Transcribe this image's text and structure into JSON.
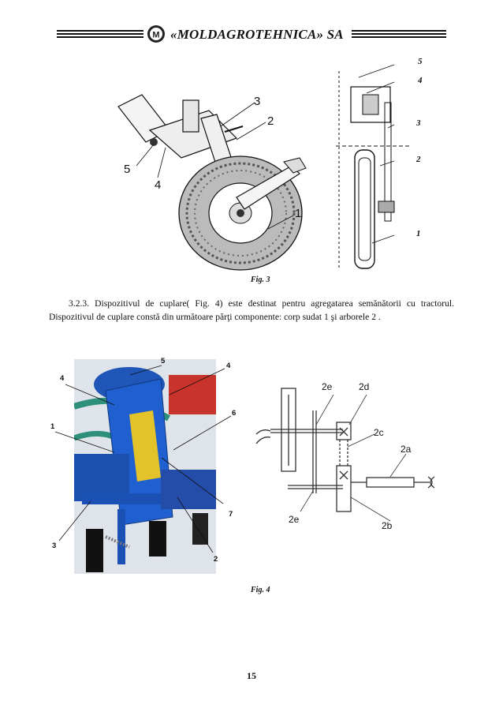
{
  "header": {
    "company": "«MOLDAGROTEHNICA» SA",
    "logo_letter": "M"
  },
  "fig3": {
    "caption": "Fig. 3",
    "photo_labels": [
      "1",
      "2",
      "3",
      "4",
      "5"
    ],
    "drawing_labels": [
      "1",
      "2",
      "3",
      "4",
      "5"
    ]
  },
  "paragraph": {
    "text": "3.2.3. Dispozitivul de cuplare( Fig. 4)  este destinat pentru agregatarea semănătorii  cu tractorul. Dispozitivul de cuplare constă din următoare părţi componente: corp sudat 1 şi arborele 2 ."
  },
  "fig4": {
    "caption": "Fig. 4",
    "photo_labels": [
      "5",
      "4",
      "4",
      "6",
      "1",
      "7",
      "3",
      "2"
    ],
    "scheme_labels": [
      "2e",
      "2d",
      "2c",
      "2a",
      "2e",
      "2b"
    ]
  },
  "page_number": "15"
}
